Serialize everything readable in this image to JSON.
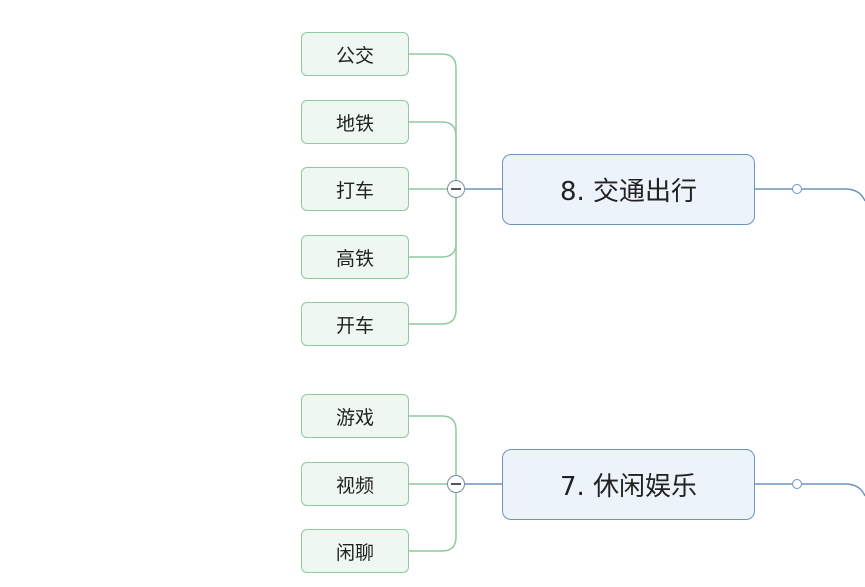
{
  "topics": [
    {
      "label": "8. 交通出行",
      "children": [
        "公交",
        "地铁",
        "打车",
        "高铁",
        "开车"
      ]
    },
    {
      "label": "7. 休闲娱乐",
      "children": [
        "游戏",
        "视频",
        "闲聊"
      ]
    }
  ],
  "colors": {
    "leaf_line": "#8fcaa0",
    "topic_line": "#6d93bf",
    "leaf_fill": "#eef7f0",
    "topic_fill": "#edf3fb"
  },
  "icons": {
    "collapse": "minus-circle-icon",
    "connector": "connector-dot-icon"
  }
}
